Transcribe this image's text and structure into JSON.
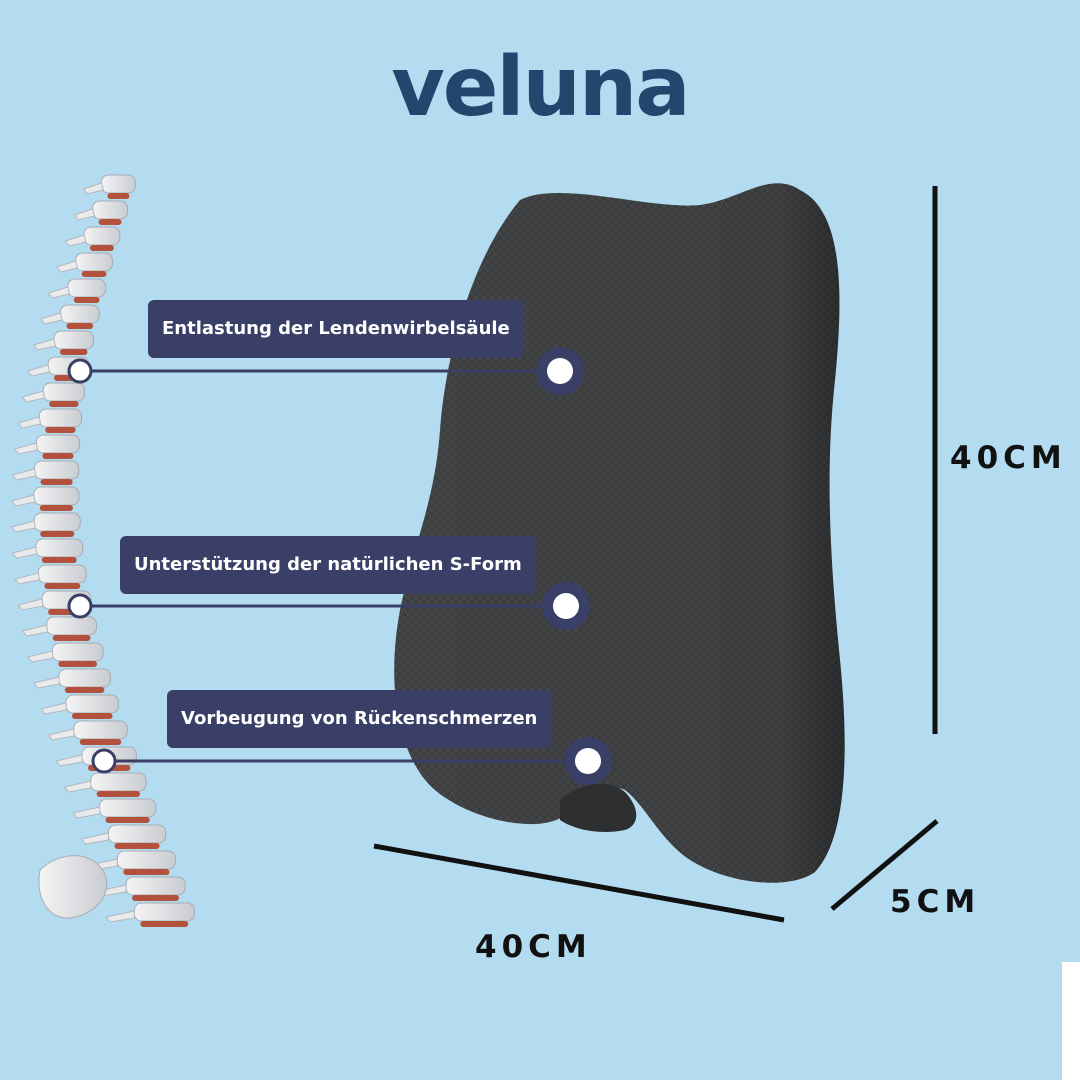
{
  "brand": {
    "name": "veluna"
  },
  "features": [
    {
      "label": "Entlastung der Lendenwirbelsäule"
    },
    {
      "label": "Unterstützung der natürlichen S-Form"
    },
    {
      "label": "Vorbeugung von Rückenschmerzen"
    }
  ],
  "dimensions": {
    "height": "40CM",
    "width": "40CM",
    "depth": "5CM"
  },
  "colors": {
    "background": "#b3dcf1",
    "brand": "#23466e",
    "label_bg": "#3a3f67",
    "cushion": "#3d3e40"
  }
}
